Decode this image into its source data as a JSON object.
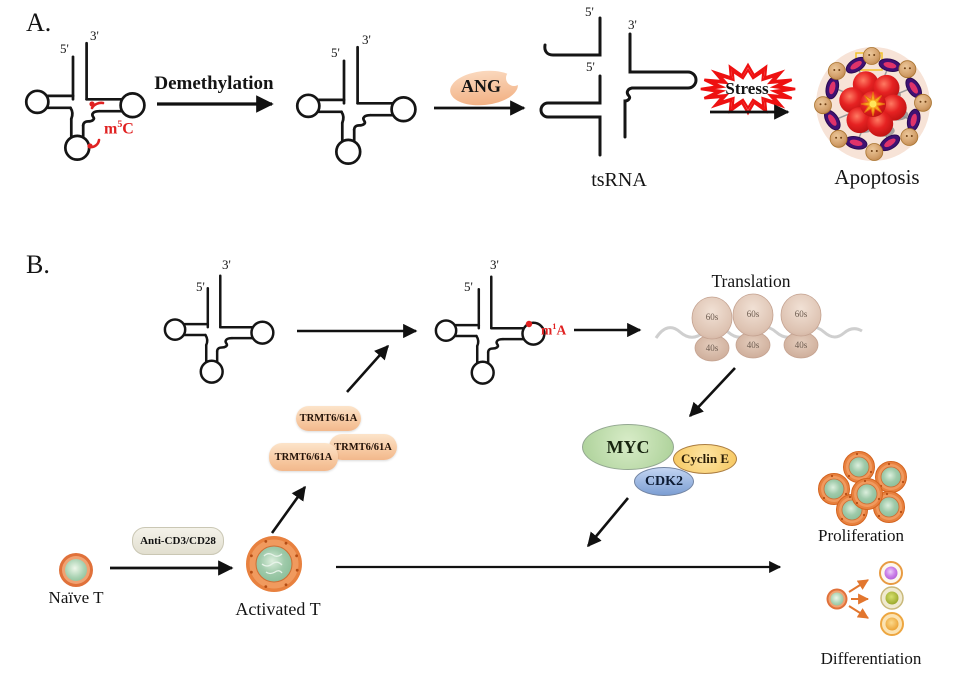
{
  "figure": {
    "panel_a": {
      "label": "A.",
      "trna_methylated": {
        "five_prime": "5'",
        "three_prime": "3'"
      },
      "m5c": {
        "base": "m",
        "sup": "5",
        "suffix": "C"
      },
      "demethylation_label": "Demethylation",
      "trna_demethylated": {
        "five_prime": "5'",
        "three_prime": "3'"
      },
      "ang_label": "ANG",
      "tsrna_fragments": {
        "five_prime_top": "5'",
        "three_prime": "3'",
        "five_prime_mid": "5'"
      },
      "tsrna_caption": "tsRNA",
      "stress_label": "Stress",
      "apoptosis_caption": "Apoptosis"
    },
    "panel_b": {
      "label": "B.",
      "trna_unmethylated": {
        "five_prime": "5'",
        "three_prime": "3'"
      },
      "trna_methylated": {
        "five_prime": "5'",
        "three_prime": "3'"
      },
      "m1a": {
        "base": "m",
        "sup": "1",
        "suffix": "A"
      },
      "trmt_enzymes": [
        "TRMT6/61A",
        "TRMT6/61A",
        "TRMT6/61A"
      ],
      "translation_label": "Translation",
      "ribosome_subunits": {
        "large": "60s",
        "small": "40s"
      },
      "proteins": {
        "myc": "MYC",
        "cdk2": "CDK2",
        "cyclin_e": "Cyclin E"
      },
      "anti_cd3_cd28_label": "Anti-CD3/CD28",
      "naive_t_caption": "Naïve T",
      "activated_t_caption": "Activated T",
      "proliferation_caption": "Proliferation",
      "differentiation_caption": "Differentiation"
    },
    "colors": {
      "methyl_mark_red": "#e02121",
      "enzyme_peach": "#f5c3a2",
      "stress_red": "#ee1111",
      "myc_green": "#b9d8a5",
      "cdk2_blue": "#8fa9d8",
      "cyclin_e_yellow": "#f9d487",
      "t_cell_orange": "#e57c42",
      "t_cell_green": "#8fc29d",
      "ribosome_tan": "#ddc4b4"
    }
  }
}
